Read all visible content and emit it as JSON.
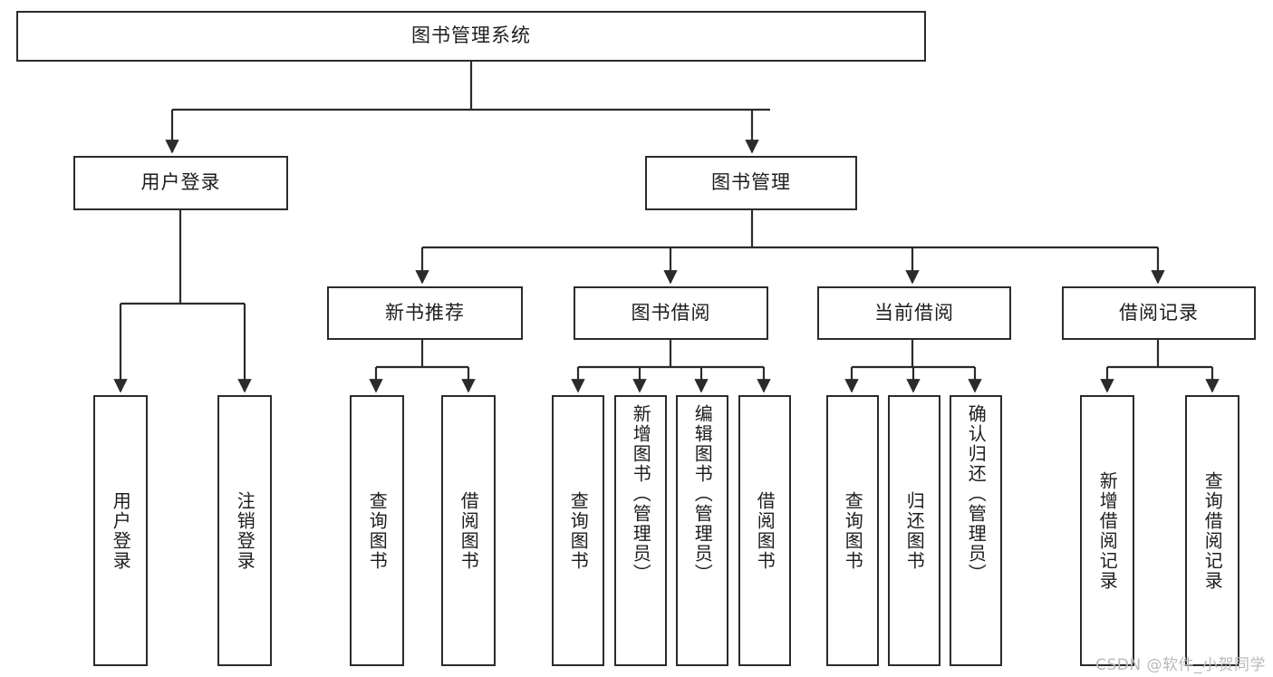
{
  "diagram": {
    "title": "图书管理系统",
    "watermark": "CSDN @软件_小贺同学",
    "colors": {
      "background": "#ffffff",
      "box_border": "#2b2b2b",
      "box_fill": "#ffffff",
      "edge": "#2b2b2b",
      "text": "#1d1d1d",
      "watermark": "#b9b9b9"
    },
    "nodes": {
      "root": {
        "label": "图书管理系统"
      },
      "level1": [
        {
          "id": "user-login",
          "label": "用户登录"
        },
        {
          "id": "book-manage",
          "label": "图书管理"
        }
      ],
      "level2": [
        {
          "id": "new-book-recommend",
          "label": "新书推荐"
        },
        {
          "id": "book-borrow",
          "label": "图书借阅"
        },
        {
          "id": "current-borrow",
          "label": "当前借阅"
        },
        {
          "id": "borrow-record",
          "label": "借阅记录"
        }
      ],
      "leaves": [
        {
          "id": "leaf-user-login",
          "label": "用户登录"
        },
        {
          "id": "leaf-logout-login",
          "label": "注销登录"
        },
        {
          "id": "leaf-query-book-1",
          "label": "查询图书"
        },
        {
          "id": "leaf-borrow-book-1",
          "label": "借阅图书"
        },
        {
          "id": "leaf-query-book-2",
          "label": "查询图书"
        },
        {
          "id": "leaf-add-book",
          "label": "新增图书（管理员）"
        },
        {
          "id": "leaf-edit-book",
          "label": "编辑图书（管理员）"
        },
        {
          "id": "leaf-borrow-book-2",
          "label": "借阅图书"
        },
        {
          "id": "leaf-query-book-3",
          "label": "查询图书"
        },
        {
          "id": "leaf-return-book",
          "label": "归还图书"
        },
        {
          "id": "leaf-confirm-return",
          "label": "确认归还（管理员）"
        },
        {
          "id": "leaf-add-borrow-record",
          "label": "新增借阅记录"
        },
        {
          "id": "leaf-query-borrow-record",
          "label": "查询借阅记录"
        }
      ]
    }
  }
}
